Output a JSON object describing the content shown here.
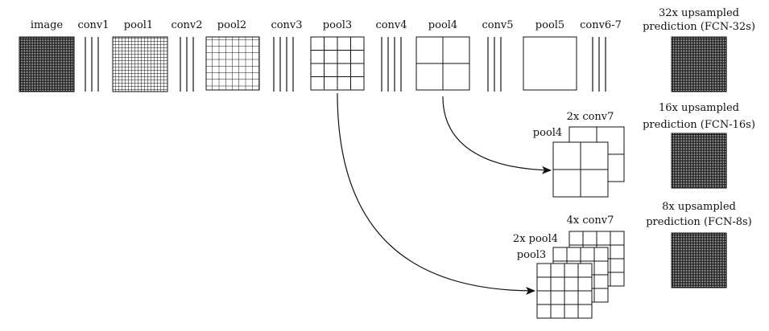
{
  "top_row": {
    "labels": {
      "image": "image",
      "conv1": "conv1",
      "pool1": "pool1",
      "conv2": "conv2",
      "pool2": "pool2",
      "conv3": "conv3",
      "pool3": "pool3",
      "conv4": "conv4",
      "pool4": "pool4",
      "conv5": "conv5",
      "pool5": "pool5",
      "conv67": "conv6-7"
    }
  },
  "predictions": {
    "fcn32": {
      "line1": "32x upsampled",
      "line2": "prediction (FCN-32s)"
    },
    "fcn16": {
      "line1": "16x upsampled",
      "line2": "prediction (FCN-16s)"
    },
    "fcn8": {
      "line1": "8x upsampled",
      "line2": "prediction (FCN-8s)"
    }
  },
  "fusion16": {
    "conv7": "2x conv7",
    "pool4": "pool4"
  },
  "fusion8": {
    "conv7": "4x conv7",
    "pool4": "2x pool4",
    "pool3": "pool3"
  },
  "colors": {
    "stroke": "#111111",
    "background": "#ffffff"
  }
}
